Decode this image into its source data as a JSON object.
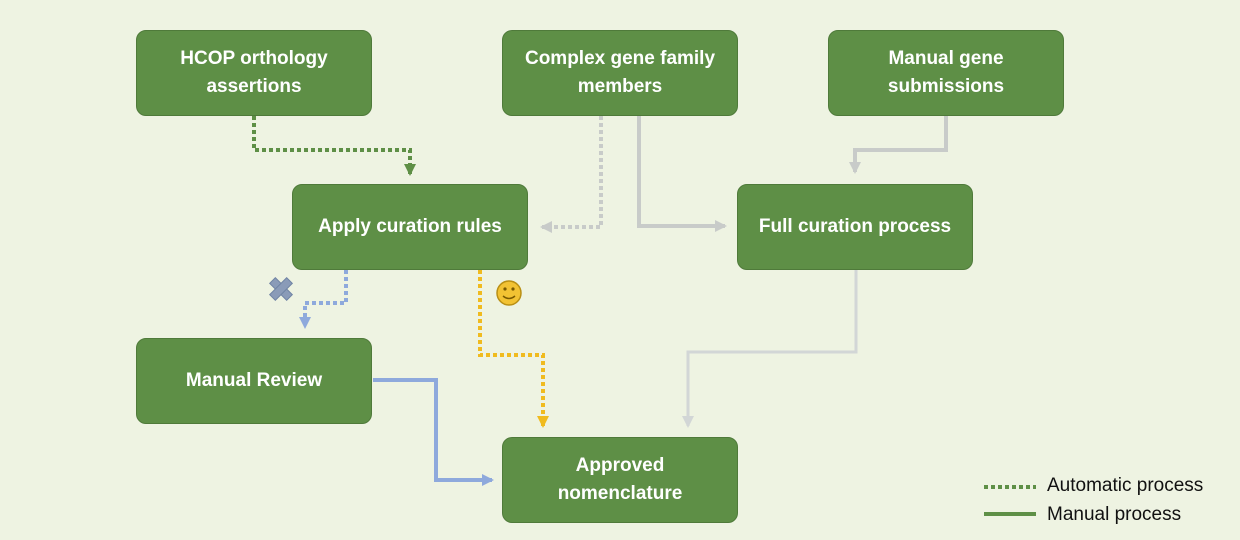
{
  "nodes": {
    "hcop": "HCOP orthology assertions",
    "complex": "Complex gene family members",
    "manual_sub": "Manual gene submissions",
    "apply": "Apply curation rules",
    "full": "Full curation process",
    "review": "Manual Review",
    "approved": "Approved nomenclature"
  },
  "legend": {
    "automatic": "Automatic process",
    "manual": "Manual process"
  },
  "colors": {
    "background": "#eef3e2",
    "box_fill": "#5e8f46",
    "green_edge": "#5e8f46",
    "gray_edge": "#c8cbc9",
    "light_gray_edge": "#d2d6d6",
    "blue_edge": "#8ea9dc",
    "yellow_edge": "#f0bb1f"
  },
  "markers": {
    "rejected": "cross-icon",
    "accepted": "smiley-icon"
  }
}
